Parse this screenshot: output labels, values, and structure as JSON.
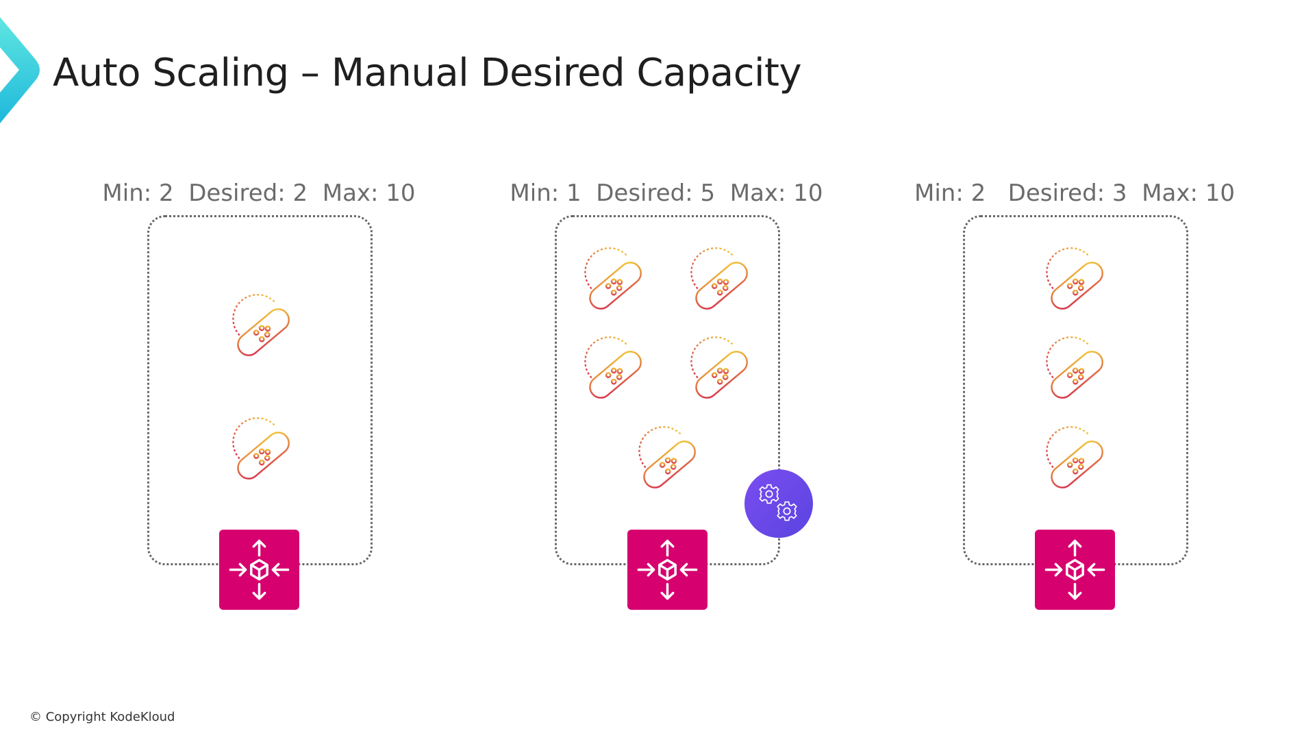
{
  "slide": {
    "title": "Auto Scaling – Manual Desired Capacity",
    "copyright": "© Copyright KodeKloud"
  },
  "groups": [
    {
      "label": "Min: 2  Desired: 2  Max: 10",
      "min": 2,
      "desired": 2,
      "max": 10,
      "instances": 2
    },
    {
      "label": "Min: 1  Desired: 5  Max: 10",
      "min": 1,
      "desired": 5,
      "max": 10,
      "instances": 5
    },
    {
      "label": "Min: 2   Desired: 3  Max: 10",
      "min": 2,
      "desired": 3,
      "max": 10,
      "instances": 3
    }
  ],
  "colors": {
    "accent": "#2fd2e0",
    "asg": "#d6006f",
    "gear": "#6a48e8",
    "instance_start": "#d83a5a",
    "instance_end": "#f0c040"
  }
}
